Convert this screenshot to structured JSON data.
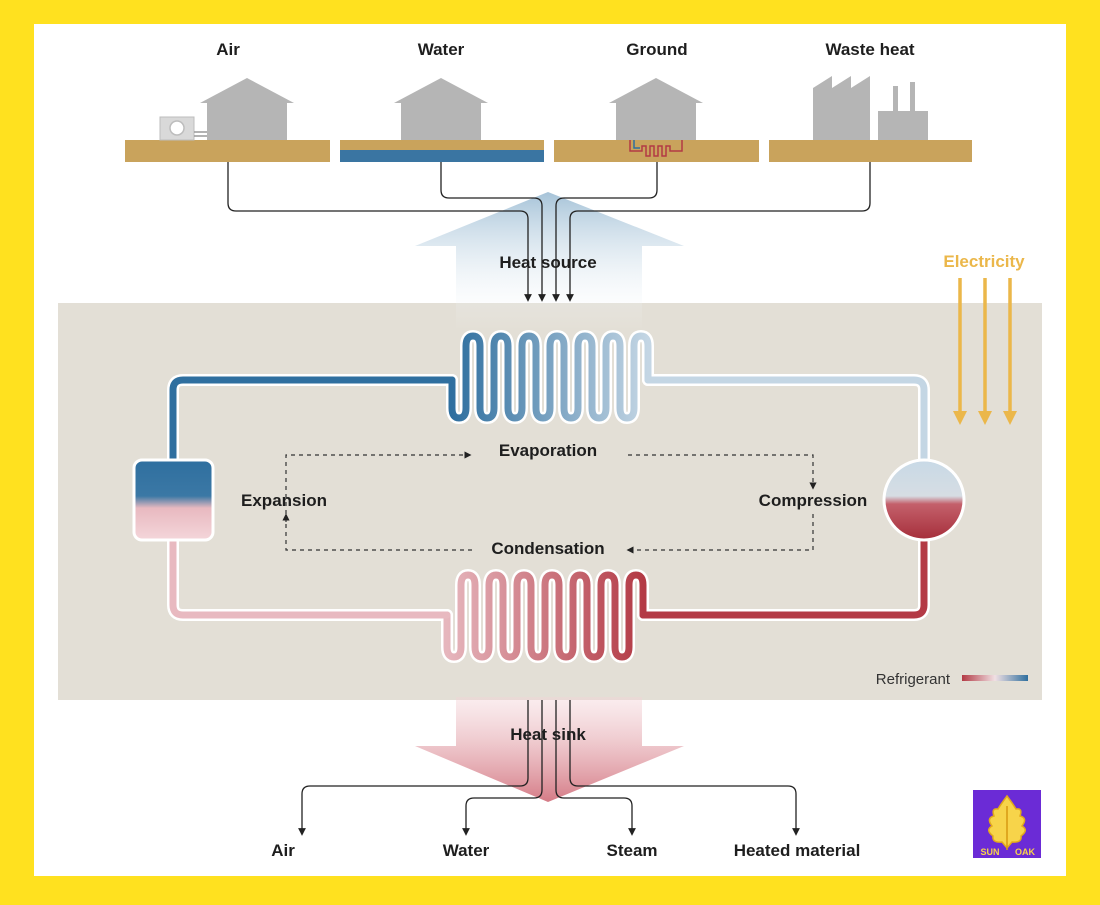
{
  "sources": {
    "air": "Air",
    "water": "Water",
    "ground": "Ground",
    "waste_heat": "Waste heat"
  },
  "heat_source_label": "Heat source",
  "electricity_label": "Electricity",
  "stages": {
    "evaporation": "Evaporation",
    "compression": "Compression",
    "condensation": "Condensation",
    "expansion": "Expansion"
  },
  "heat_sink_label": "Heat sink",
  "legend": {
    "refrigerant": "Refrigerant"
  },
  "outputs": {
    "air": "Air",
    "water": "Water",
    "steam": "Steam",
    "heated_material": "Heated material"
  },
  "logo": {
    "text_left": "SUN",
    "text_right": "OAK"
  },
  "colors": {
    "background": "#ffe11f",
    "panel": "#ffffff",
    "band": "#e3dfd6",
    "ground": "#c9a35c",
    "water": "#3a75a2",
    "house": "#b5b5b5",
    "cold": "#2f6f9f",
    "hot": "#b33a45",
    "electricity": "#ebb74a",
    "logo_bg": "#6b2bd6"
  }
}
